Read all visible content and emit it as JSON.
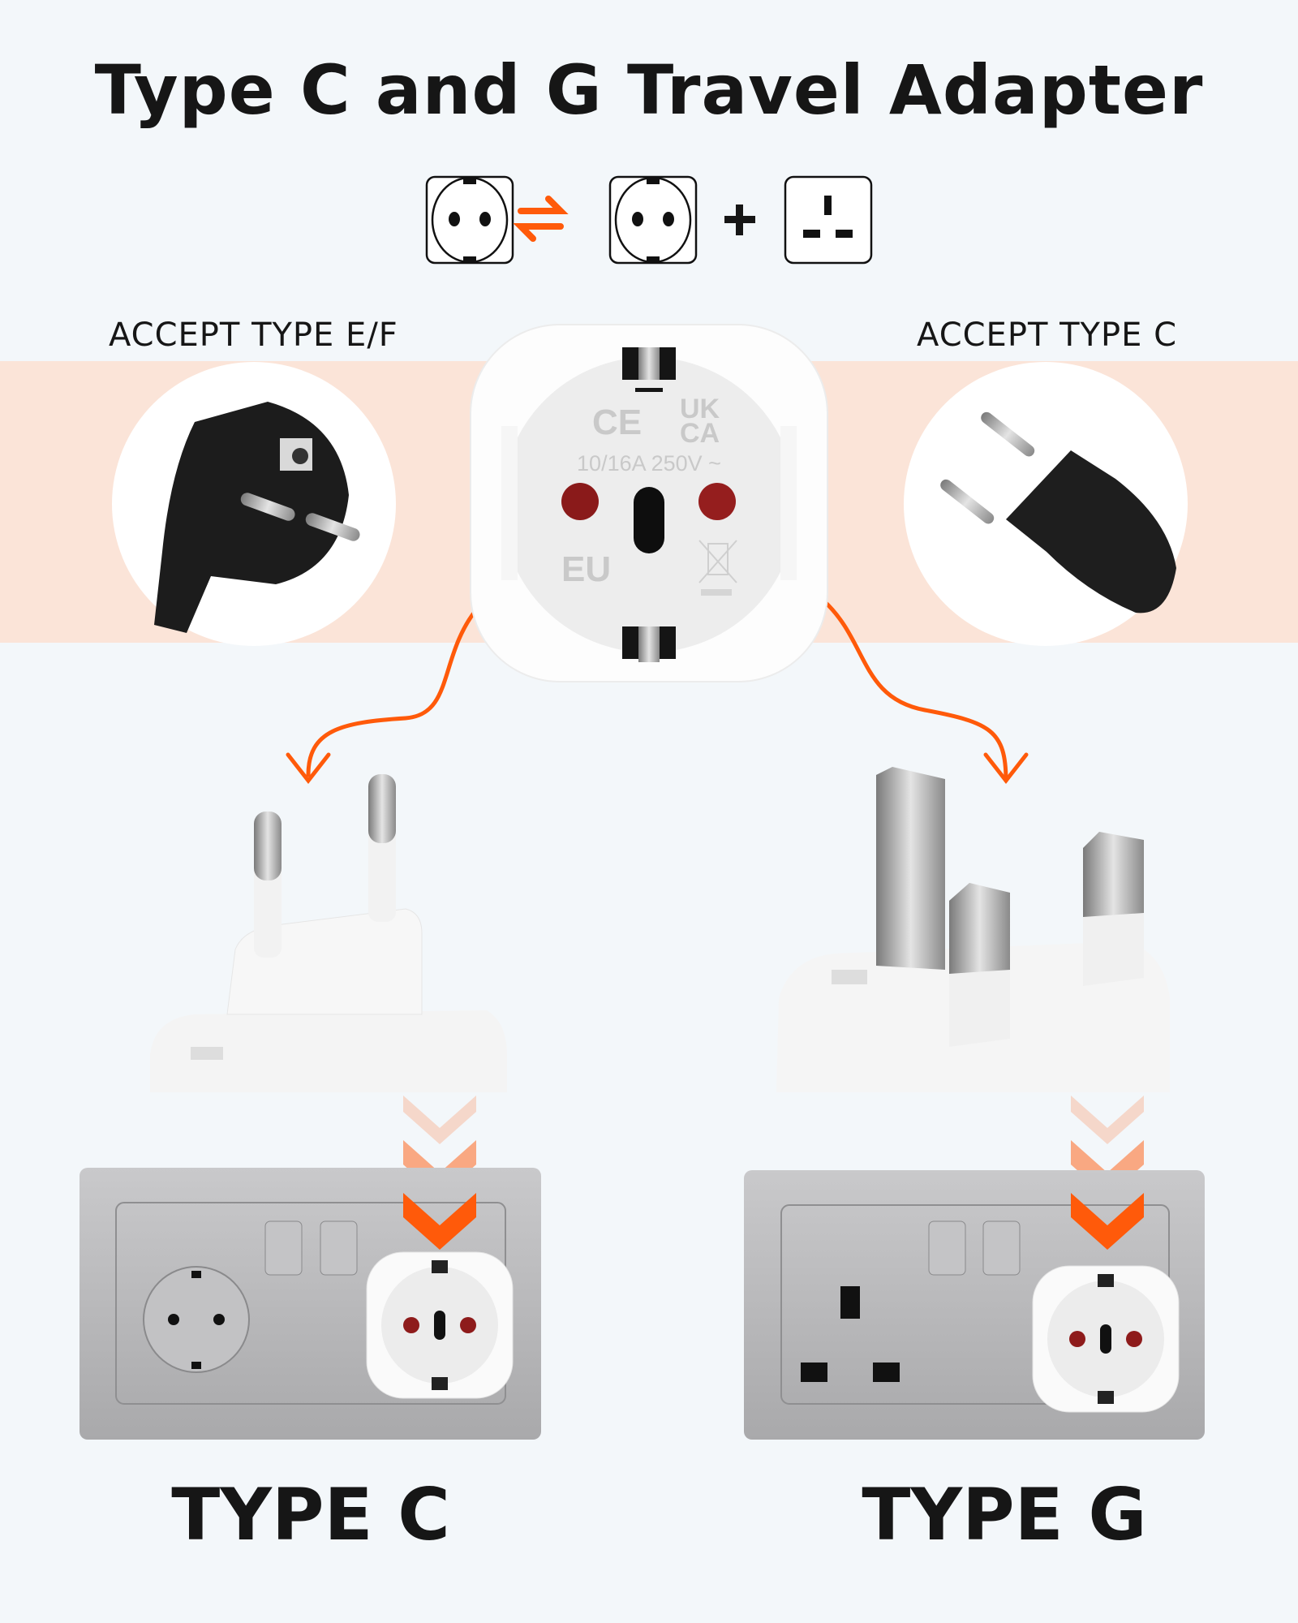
{
  "title": "Type C and G Travel Adapter",
  "conversion": {
    "icons": [
      "type-ef-socket-icon",
      "bidirectional-arrow-icon",
      "type-ef-socket-icon",
      "plus-icon",
      "type-g-socket-icon"
    ]
  },
  "accept_left": "ACCEPT TYPE E/F",
  "accept_right": "ACCEPT TYPE C",
  "adapter_markings": {
    "ce": "CE",
    "ukca_1": "UK",
    "ukca_2": "CA",
    "rating": "10/16A 250V ~",
    "eu": "EU"
  },
  "outputs": [
    {
      "label": "TYPE C"
    },
    {
      "label": "TYPE G"
    }
  ],
  "colors": {
    "accent": "#ff5a0a",
    "band": "#fbe4d8",
    "background": "#f3f7fa",
    "plate": "#b5b5b7"
  }
}
